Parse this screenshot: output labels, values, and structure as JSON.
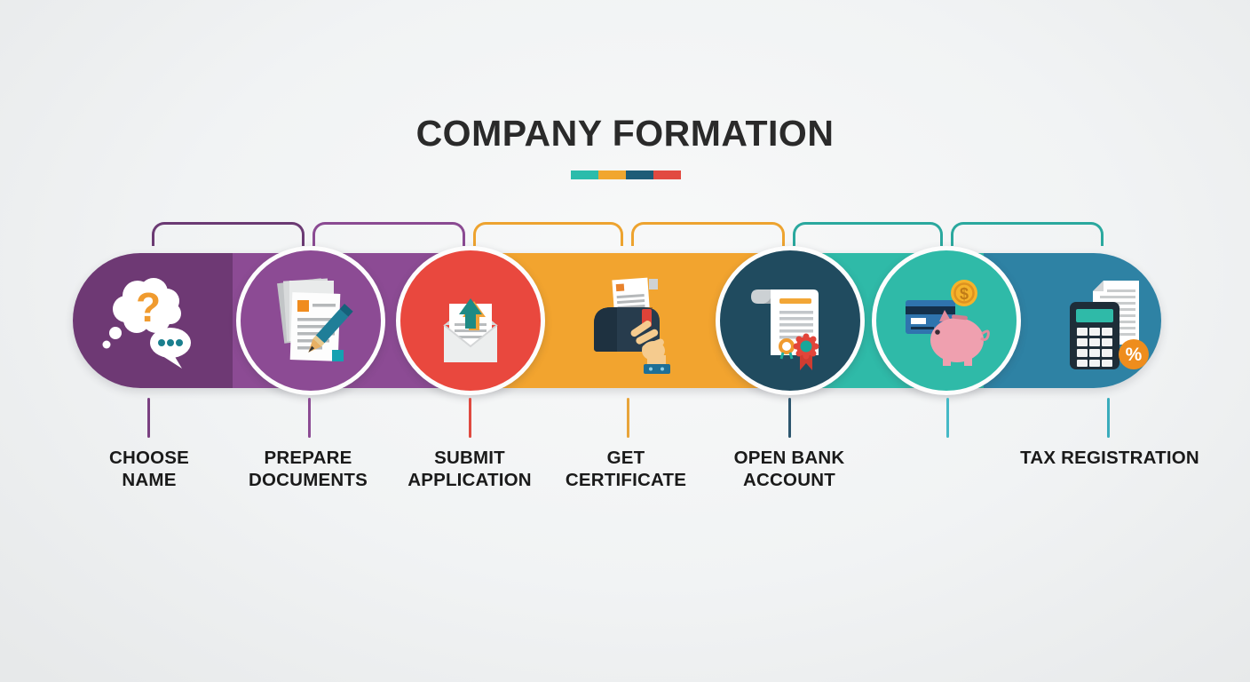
{
  "title": "COMPANY FORMATION",
  "title_underline_colors": [
    "#2bbcab",
    "#f1a62f",
    "#1e5c77",
    "#e24a41"
  ],
  "background_color": "#f1f3f4",
  "glyphs": {
    "question": "?",
    "dollar": "$",
    "percent": "%"
  },
  "steps": [
    {
      "label": "CHOOSE NAME",
      "color": "#6e3974",
      "tick_color": "#7a4081",
      "icon": "thought-bubble-question-icon"
    },
    {
      "label": "PREPARE DOCUMENTS",
      "color": "#8c4b94",
      "tick_color": "#8c4b94",
      "icon": "documents-pen-icon"
    },
    {
      "label": "SUBMIT APPLICATION",
      "color": "#e9483e",
      "tick_color": "#df4a40",
      "icon": "envelope-upload-icon"
    },
    {
      "label": "GET CERTIFICATE",
      "color": "#f2a42f",
      "tick_color": "#e8a43a",
      "icon": "mailbox-letter-icon"
    },
    {
      "label": "OPEN BANK ACCOUNT",
      "color": "#204b5f",
      "tick_color": "#2d566e",
      "icon": "certificate-scroll-icon"
    },
    {
      "label": "",
      "color": "#2fbaa8",
      "tick_color": "#45b9c6",
      "icon": "piggy-bank-savings-icon"
    },
    {
      "label": "TAX REGISTRATION",
      "color": "#2e82a4",
      "tick_color": "#3aacbc",
      "icon": "calculator-percent-icon"
    }
  ]
}
